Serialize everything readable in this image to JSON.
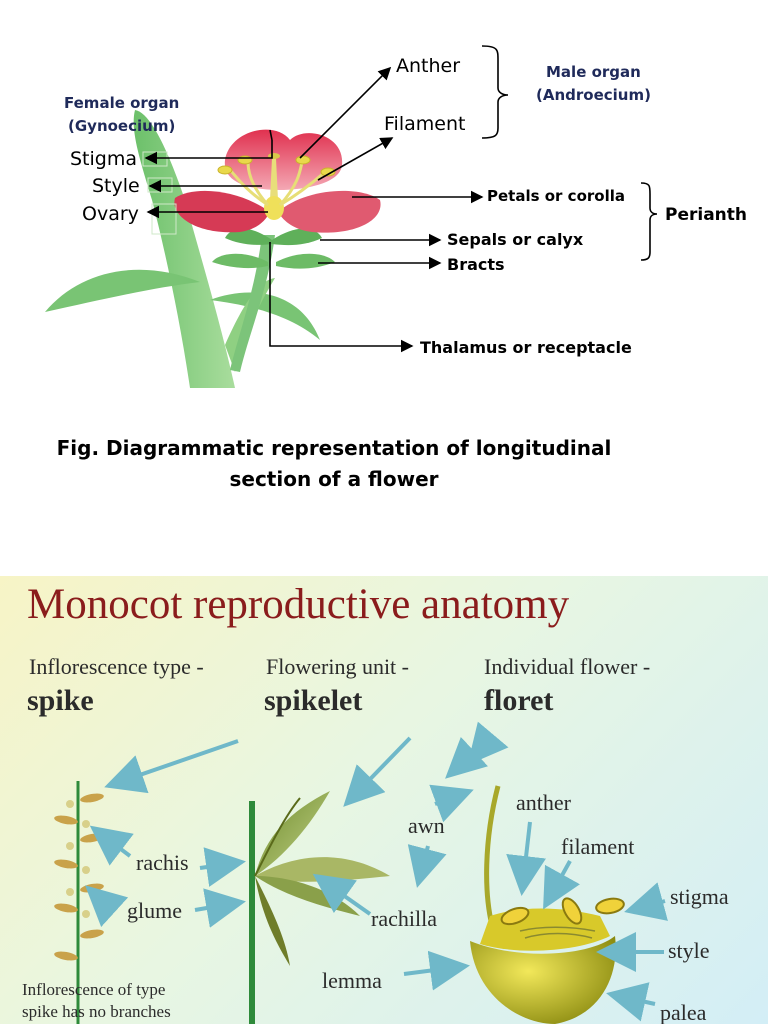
{
  "top": {
    "female_organ": "Female organ",
    "gynoecium": "(Gynoecium)",
    "stigma": "Stigma",
    "style": "Style",
    "ovary": "Ovary",
    "anther": "Anther",
    "filament": "Filament",
    "male_organ": "Male organ",
    "androecium": "(Androecium)",
    "petals": "Petals or corolla",
    "perianth": "Perianth",
    "sepals": "Sepals or calyx",
    "bracts": "Bracts",
    "thalamus": "Thalamus or receptacle",
    "caption_line1": "Fig. Diagrammatic representation of longitudinal",
    "caption_line2": "section of a flower"
  },
  "bottom": {
    "title": "Monocot reproductive anatomy",
    "col1_label": "Inflorescence type -",
    "col1_term": "spike",
    "col2_label": "Flowering unit -",
    "col2_term": "spikelet",
    "col3_label": "Individual flower -",
    "col3_term": "floret",
    "rachis": "rachis",
    "glume": "glume",
    "awn": "awn",
    "rachilla": "rachilla",
    "lemma": "lemma",
    "anther": "anther",
    "filament": "filament",
    "stigma": "stigma",
    "style": "style",
    "palea": "palea",
    "note_line1": "Inflorescence of type",
    "note_line2": "spike has no branches"
  },
  "colors": {
    "title_red": "#8a1c1c",
    "arrow_teal": "#6fb8c9",
    "petal_red": "#d8405a",
    "stem_green": "#7cc47a"
  }
}
